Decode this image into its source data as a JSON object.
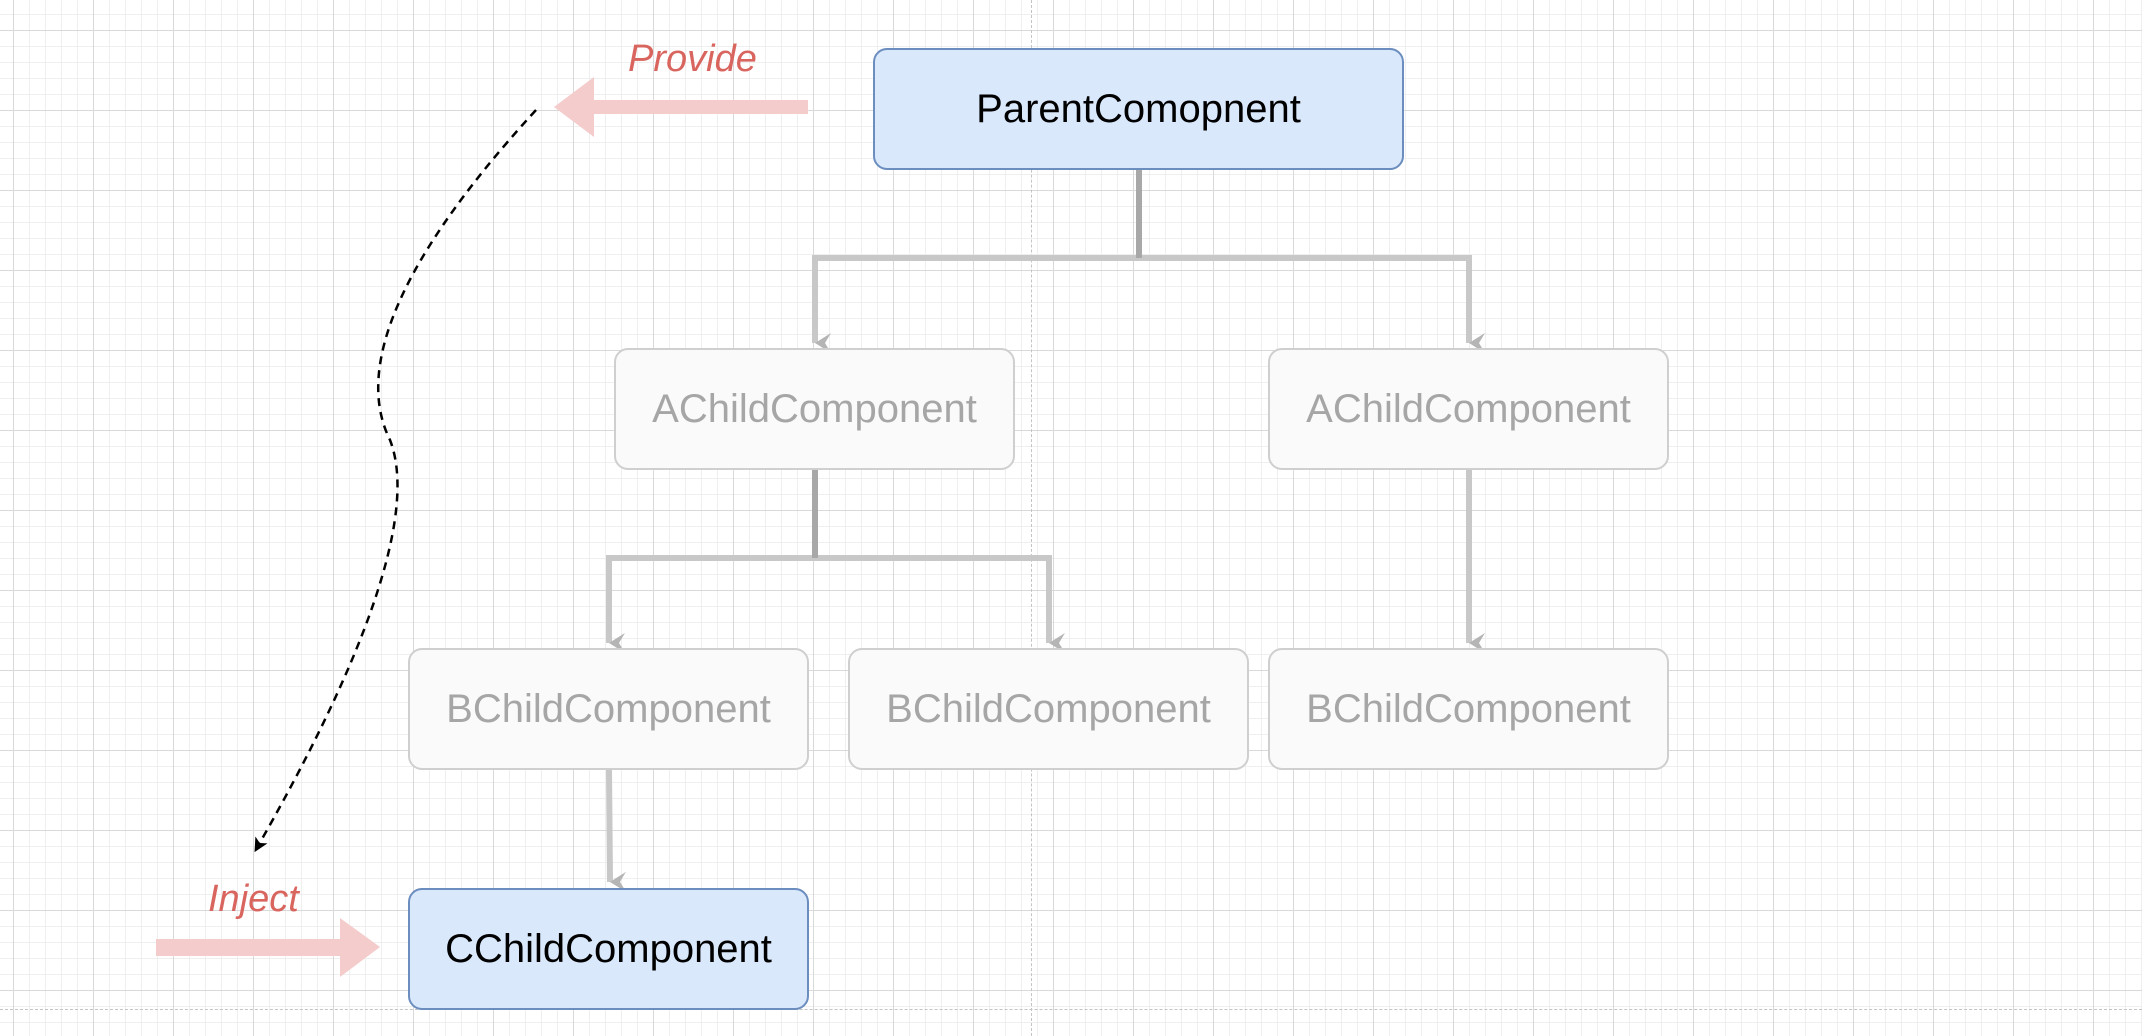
{
  "diagram": {
    "nodes": {
      "parent": "ParentComopnent",
      "a_left": "AChildComponent",
      "a_right": "AChildComponent",
      "b_left": "BChildComponent",
      "b_middle": "BChildComponent",
      "b_right": "BChildComponent",
      "c": "CChildComponent"
    },
    "annotations": {
      "provide": "Provide",
      "inject": "Inject"
    },
    "edges": [
      {
        "from": "parent",
        "to": "a_left",
        "style": "muted-tree"
      },
      {
        "from": "parent",
        "to": "a_right",
        "style": "muted-tree"
      },
      {
        "from": "a_left",
        "to": "b_left",
        "style": "muted-tree"
      },
      {
        "from": "a_left",
        "to": "b_middle",
        "style": "muted-tree"
      },
      {
        "from": "a_right",
        "to": "b_right",
        "style": "muted-tree"
      },
      {
        "from": "b_left",
        "to": "c",
        "style": "muted-tree"
      },
      {
        "from": "provide",
        "to": "inject",
        "style": "dashed-curve"
      }
    ],
    "colors": {
      "active_fill": "#dae8fc",
      "active_stroke": "#6c8ebf",
      "muted_fill": "#fafafa",
      "muted_stroke": "#cfcfcf",
      "muted_text": "#a6a6a6",
      "annotation_text": "#d9655f",
      "annotation_arrow": "#f4cccc",
      "connector": "#c8c8c8",
      "dashed_link": "#000000"
    }
  }
}
